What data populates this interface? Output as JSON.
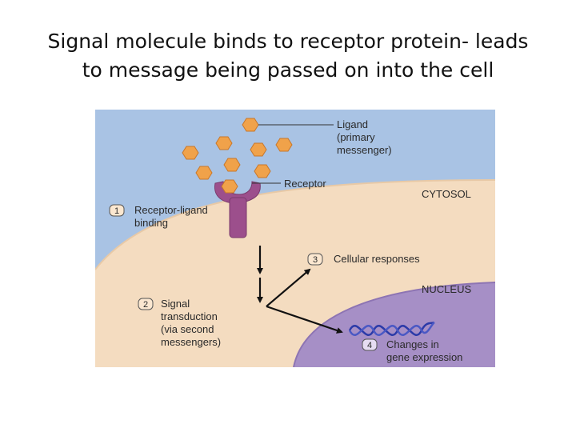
{
  "slide": {
    "title_line1": "Signal molecule binds to receptor protein- leads",
    "title_line2": "to message being passed on into the cell"
  },
  "diagram": {
    "colors": {
      "extracellular": "#a9c3e4",
      "cytosol": "#f4dcc0",
      "nucleus": "#a68fc6",
      "ligand": "#f0a24a",
      "receptor": "#9c4f8c",
      "dna": "#2b3aa8"
    },
    "labels": {
      "ligand_line1": "Ligand",
      "ligand_line2": "(primary",
      "ligand_line3": "messenger)",
      "receptor": "Receptor",
      "cytosol": "CYTOSOL",
      "nucleus": "NUCLEUS"
    },
    "steps": [
      {
        "number": "1",
        "line1": "Receptor-ligand",
        "line2": "binding"
      },
      {
        "number": "2",
        "line1": "Signal",
        "line2": "transduction",
        "line3": "(via second",
        "line4": "messengers)"
      },
      {
        "number": "3",
        "line1": "Cellular responses"
      },
      {
        "number": "4",
        "line1": "Changes in",
        "line2": "gene expression"
      }
    ]
  }
}
